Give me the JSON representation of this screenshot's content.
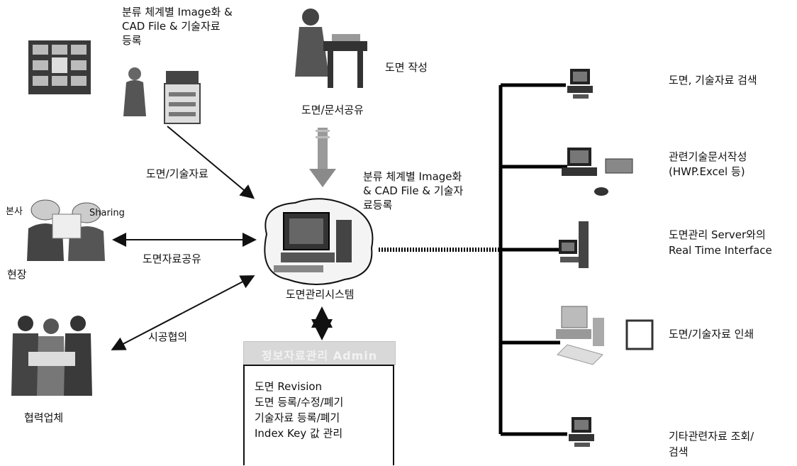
{
  "top_left_caption": [
    "분류 체계별 Image화 &",
    "CAD File & 기술자료",
    "등록"
  ],
  "drawing_creation": "도면 작성",
  "drawing_doc_share": "도면/문서공유",
  "drawing_tech_data": "도면/기술자료",
  "center_caption": [
    "분류 체계별 Image화",
    "& CAD File & 기술자",
    "료등록"
  ],
  "hq_label": "본사",
  "sharing_label": "Sharing",
  "site_label": "현장",
  "drawing_data_share": "도면자료공유",
  "system_label": "도면관리시스템",
  "construction_consult": "시공협의",
  "partner_label": "협력업체",
  "admin": {
    "title": "정보자료관리 Admin",
    "lines": [
      "도면 Revision",
      "도면 등록/수정/폐기",
      "기술자료 등록/폐기",
      "Index Key 값 관리"
    ]
  },
  "right_items": [
    [
      "도면, 기술자료 검색"
    ],
    [
      "관련기술문서작성",
      "(HWP.Excel 등)"
    ],
    [
      "도면관리 Server와의",
      "Real Time Interface"
    ],
    [
      "도면/기술자료 인쇄"
    ],
    [
      "기타관련자료 조회/",
      "검색"
    ]
  ]
}
